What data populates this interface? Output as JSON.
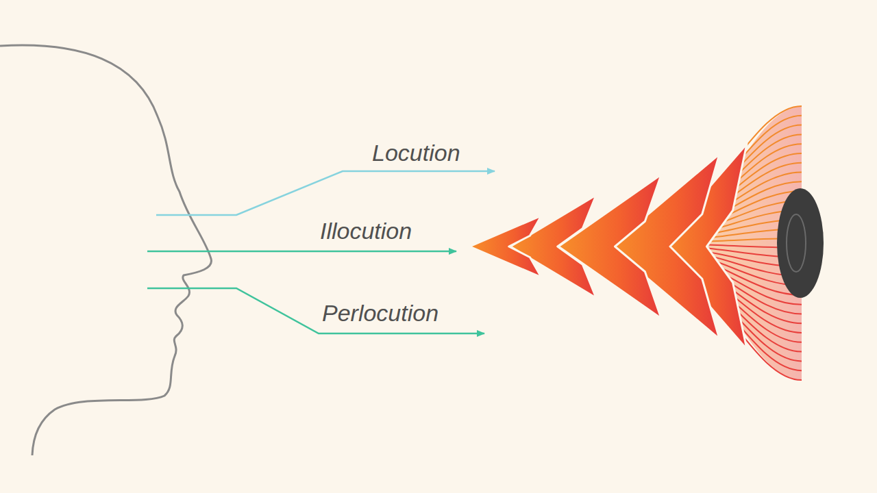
{
  "diagram": {
    "labels": [
      "Locution",
      "Illocution",
      "Perlocution"
    ]
  }
}
